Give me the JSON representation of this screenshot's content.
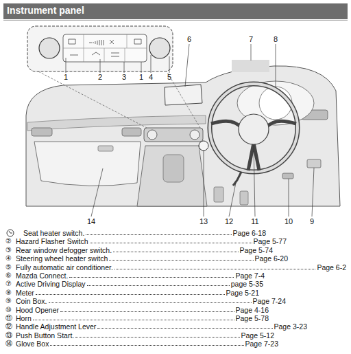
{
  "diagram": {
    "title": "Instrument panel",
    "labels": [
      "1",
      "2",
      "3",
      "1",
      "4",
      "5",
      "6",
      "7",
      "8",
      "14",
      "13",
      "12",
      "11",
      "10",
      "9",
      "Seat heater switch.",
      "Page 6-18",
      "②",
      "Hazard Flasher Switch",
      "Page 5-77",
      "③",
      "Rear window defogger switch.",
      "Page 5-74",
      "④",
      "Steering wheel heater switch",
      "Page 6-20",
      "⑤",
      "Fully automatic air conditioner.",
      "Page 6-2",
      "⑥",
      "Mazda Connect.",
      "Page 7-4",
      "⑦",
      "Active Driving Display",
      "page 5-35",
      "⑧",
      "Meter",
      "Page 5-21",
      "⑨",
      "Coin Box.",
      "Page 7-24",
      "⑩",
      "Hood Opener",
      "Page 4-16",
      "⑪",
      "Horn",
      "Page 5-78",
      "⑫",
      "Handle Adjustment Lever",
      "Page 3-23",
      "⑬",
      "Push Button Start.",
      "Page 5-12",
      "⑭",
      "Glove Box",
      "Page 7-23"
    ]
  }
}
